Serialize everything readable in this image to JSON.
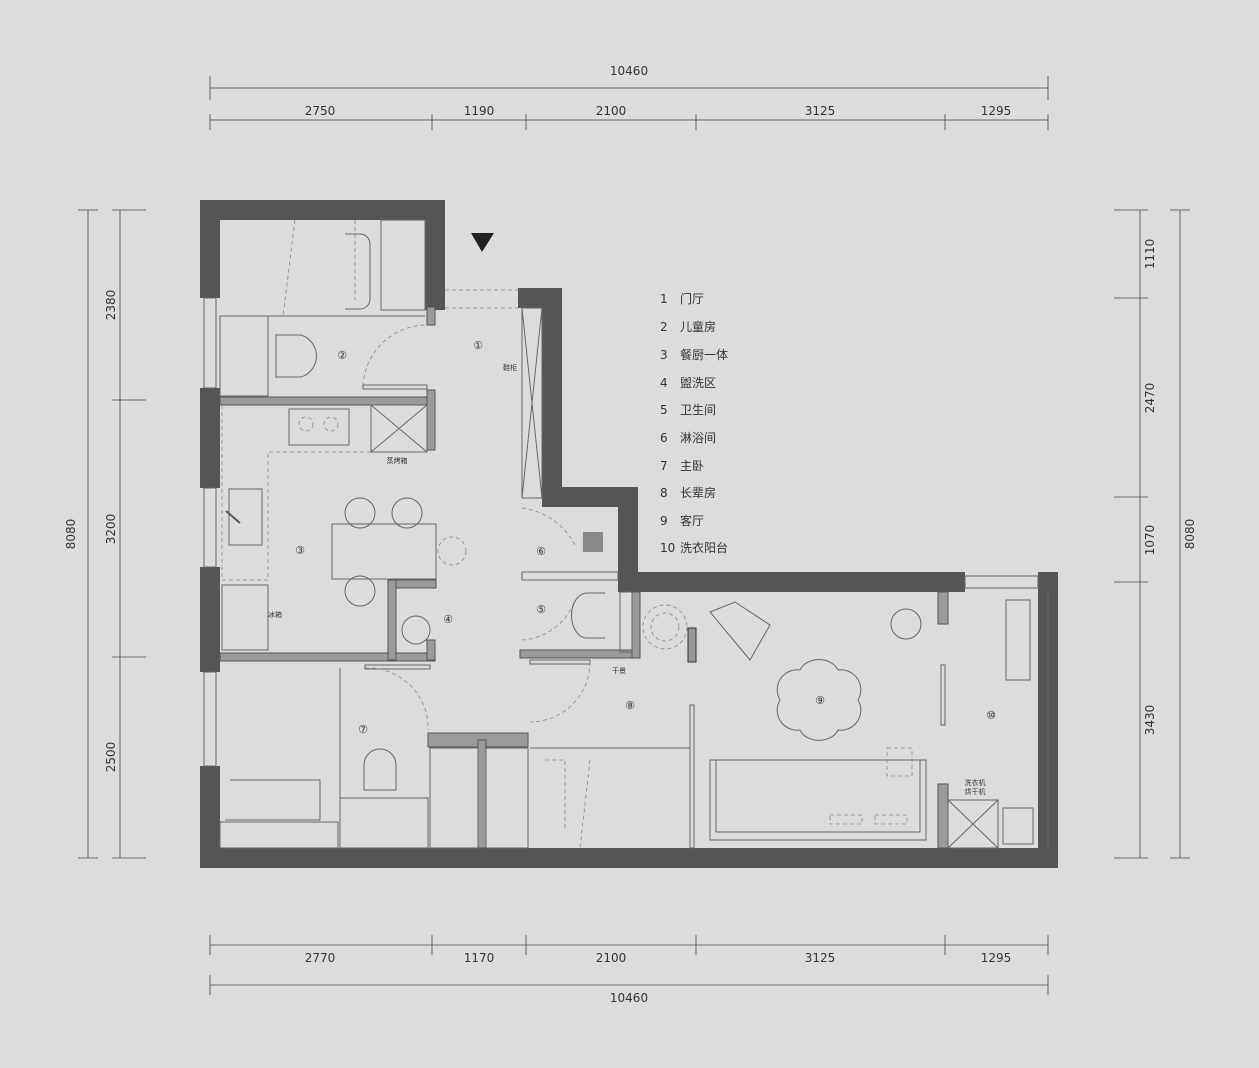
{
  "dimensions": {
    "top_total": "10460",
    "top_segments": [
      "2750",
      "1190",
      "2100",
      "3125",
      "1295"
    ],
    "bottom_segments": [
      "2770",
      "1170",
      "2100",
      "3125",
      "1295"
    ],
    "bottom_total": "10460",
    "left_total": "8080",
    "left_segments": [
      "2380",
      "3200",
      "2500"
    ],
    "right_segments": [
      "1110",
      "2470",
      "1070",
      "3430"
    ],
    "right_total": "8080"
  },
  "legend": [
    {
      "num": "1",
      "label": "门厅"
    },
    {
      "num": "2",
      "label": "儿童房"
    },
    {
      "num": "3",
      "label": "餐厨一体"
    },
    {
      "num": "4",
      "label": "盥洗区"
    },
    {
      "num": "5",
      "label": "卫生间"
    },
    {
      "num": "6",
      "label": "淋浴间"
    },
    {
      "num": "7",
      "label": "主卧"
    },
    {
      "num": "8",
      "label": "长辈房"
    },
    {
      "num": "9",
      "label": "客厅"
    },
    {
      "num": "10",
      "label": "洗衣阳台"
    }
  ],
  "room_markers": [
    "①",
    "②",
    "③",
    "④",
    "⑤",
    "⑥",
    "⑦",
    "⑧",
    "⑨",
    "⑩"
  ],
  "annotations": {
    "shoe_cabinet": "鞋柜",
    "steam_oven": "蒸烤箱",
    "fridge": "冰箱",
    "dry_landscape": "干景",
    "washer": "洗衣机",
    "dryer": "烘干机"
  },
  "colors": {
    "wall": "#555555",
    "background": "#dcdcdc"
  }
}
